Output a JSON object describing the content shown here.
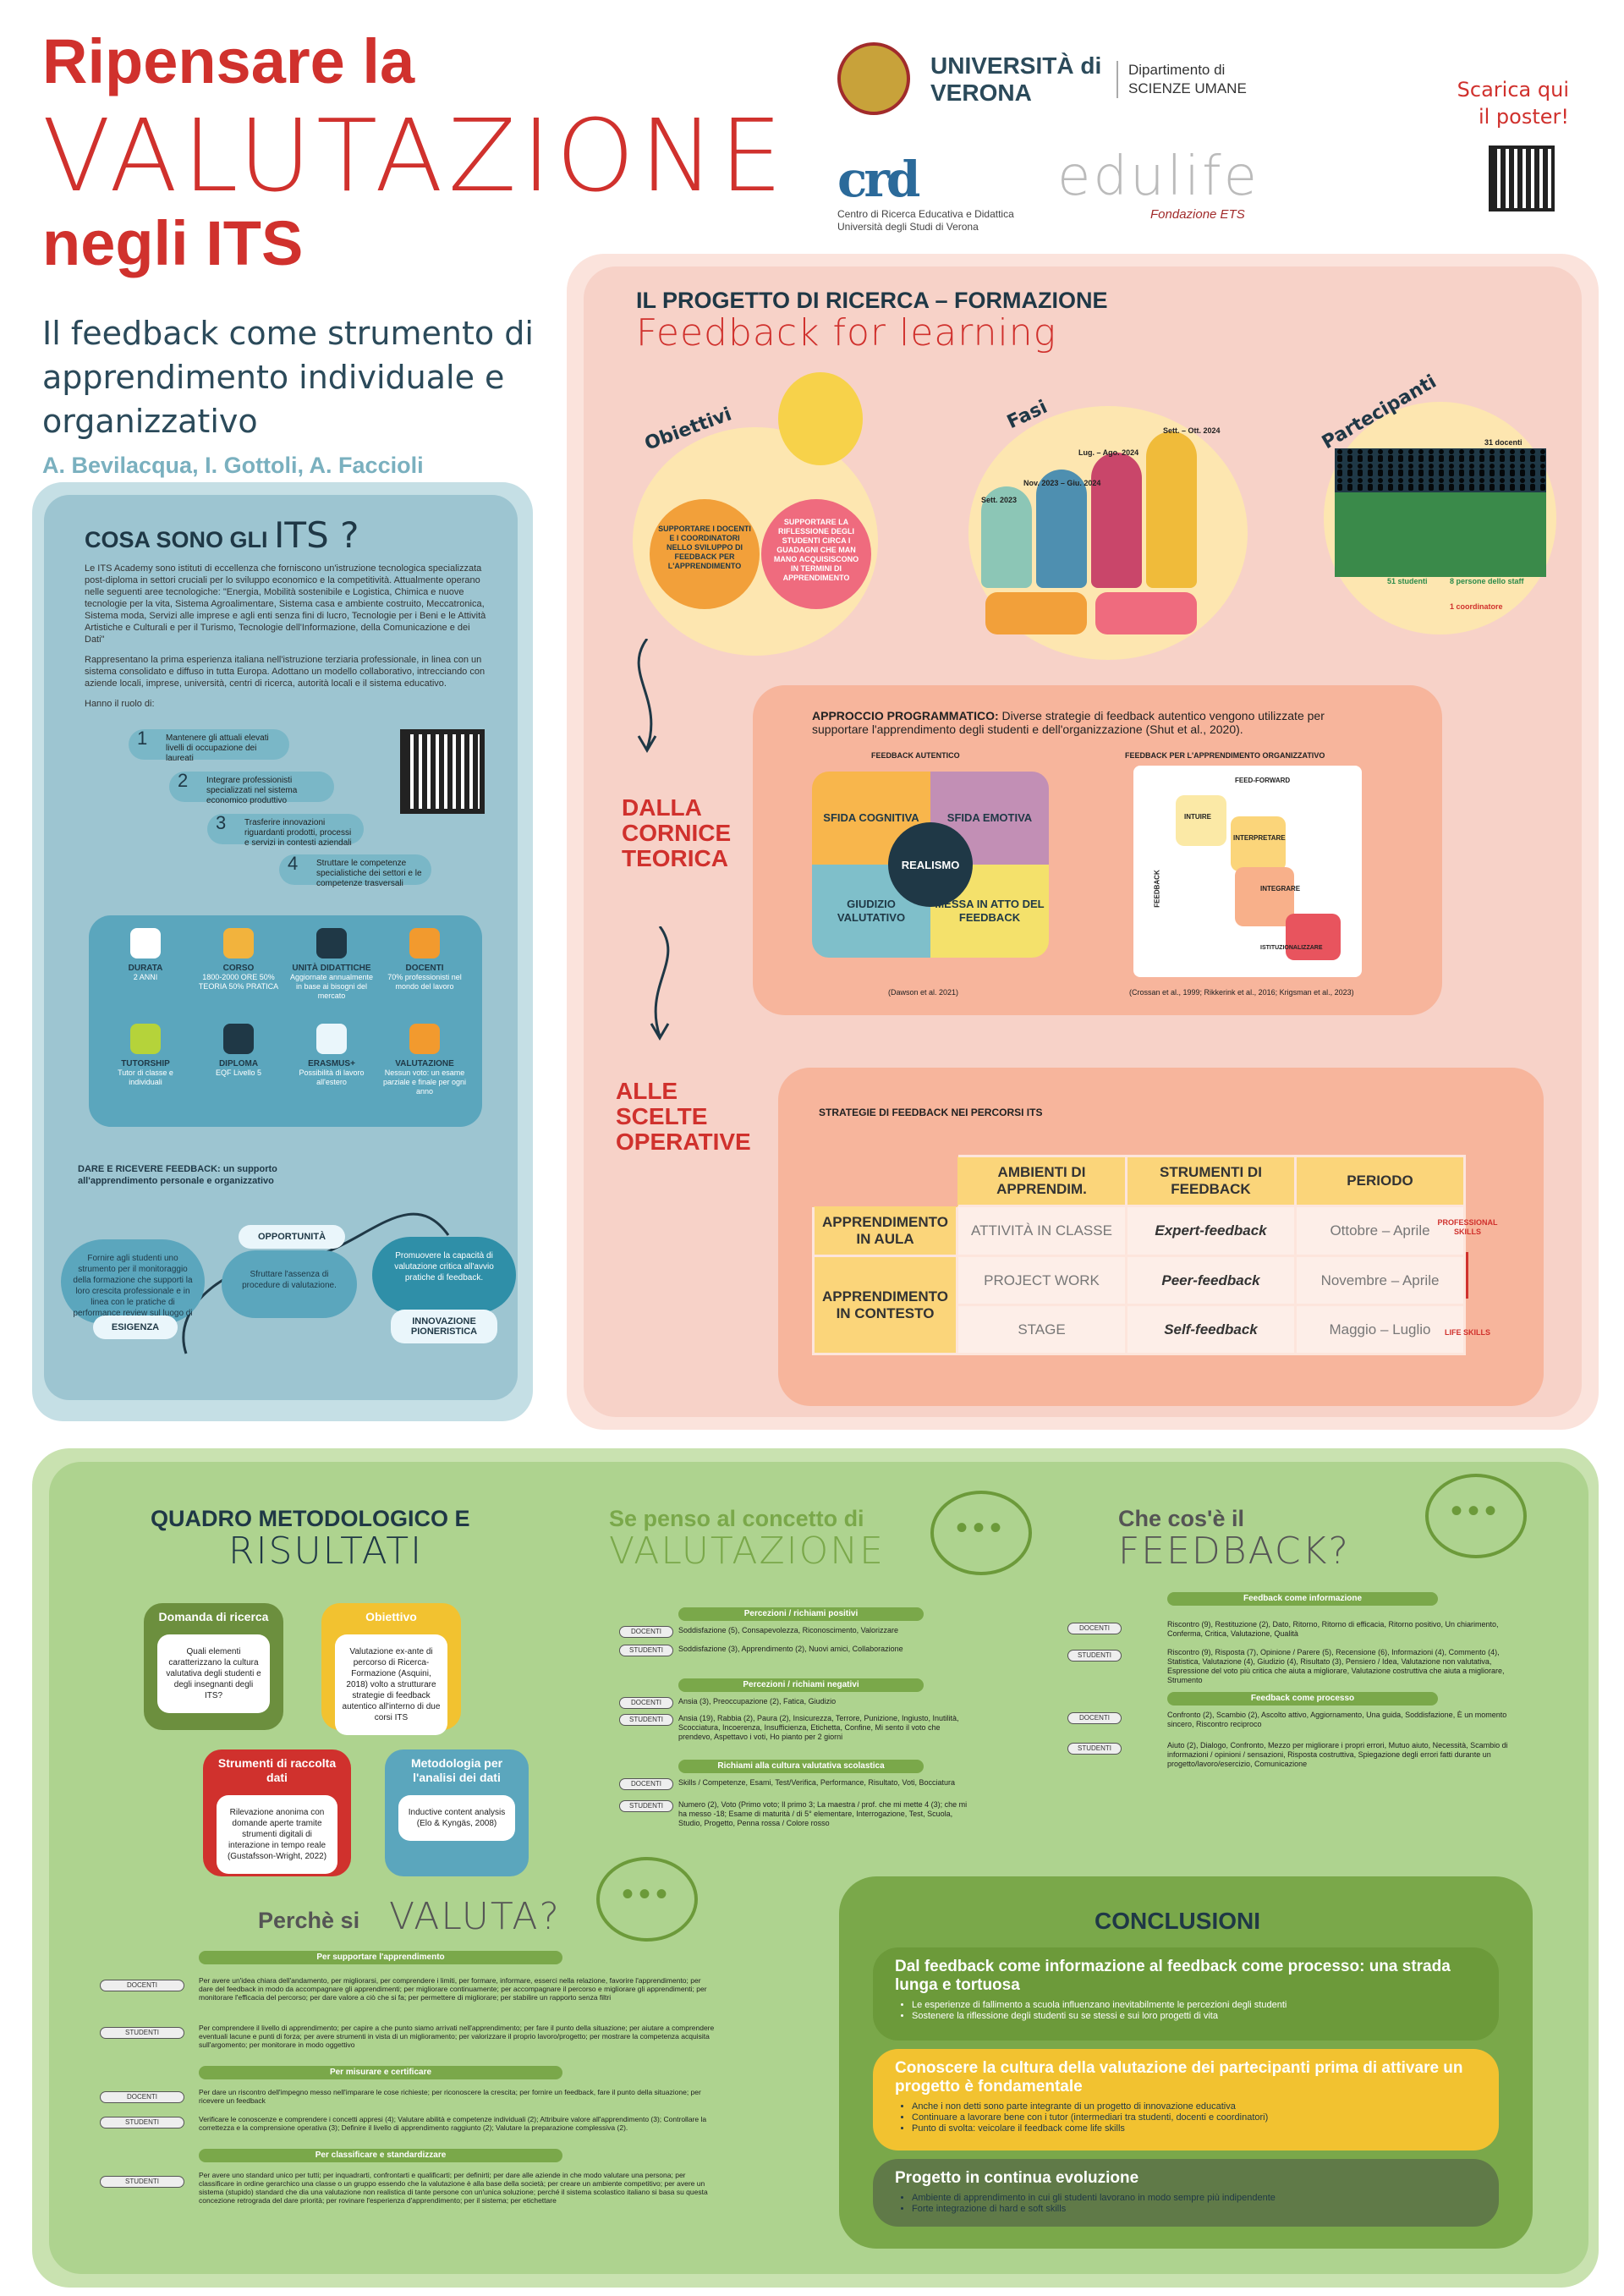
{
  "header": {
    "t1": "Ripensare la",
    "t2": "VALUTAZIONE",
    "t3": "negli ITS",
    "subtitle": "Il feedback come strumento di apprendimento individuale e organizzativo",
    "authors": "A. Bevilacqua, I. Gottoli, A. Faccioli",
    "univ": "UNIVERSITÀ di VERONA",
    "dept": "Dipartimento di SCIENZE UMANE",
    "scarica": "Scarica qui il poster!",
    "cred": "crd",
    "cred_sub": "Centro di Ricerca Educativa e Didattica Università degli Studi di Verona",
    "edulife": "edulife",
    "edulife_sub": "Fondazione ETS"
  },
  "its": {
    "title": "COSA SONO GLI",
    "title_big": "ITS ?",
    "p1": "Le ITS Academy sono istituti di eccellenza che forniscono un'istruzione tecnologica specializzata post-diploma in settori cruciali per lo sviluppo economico e la competitività. Attualmente operano nelle seguenti aree tecnologiche: \"Energia, Mobilità sostenibile e Logistica, Chimica e nuove tecnologie per la vita, Sistema Agroalimentare, Sistema casa e ambiente costruito, Meccatronica, Sistema moda, Servizi alle imprese e agli enti senza fini di lucro, Tecnologie per i Beni e le Attività Artistiche e Culturali e per il Turismo, Tecnologie dell'Informazione, della Comunicazione e dei Dati\"",
    "p2": "Rappresentano la prima esperienza italiana nell'istruzione terziaria professionale, in linea con un sistema consolidato e diffuso in tutta Europa. Adottano un modello collaborativo, intrecciando con aziende locali, imprese, università, centri di ricerca, autorità locali e il sistema educativo.",
    "p3": "Hanno il ruolo di:",
    "roles": [
      "Mantenere gli attuali elevati livelli di occupazione dei laureati",
      "Integrare professionisti specializzati nel sistema economico produttivo",
      "Trasferire innovazioni riguardanti prodotti, processi e servizi in contesti aziendali",
      "Struttare le competenze specialistiche dei settori e le competenze trasversali"
    ],
    "features": [
      {
        "h": "DURATA",
        "t": "2 ANNI"
      },
      {
        "h": "CORSO",
        "t": "1800-2000 ORE 50% TEORIA 50% PRATICA"
      },
      {
        "h": "UNITÀ DIDATTICHE",
        "t": "Aggiornate annualmente in base ai bisogni del mercato"
      },
      {
        "h": "DOCENTI",
        "t": "70% professionisti nel mondo del lavoro"
      },
      {
        "h": "TUTORSHIP",
        "t": "Tutor di classe e individuali"
      },
      {
        "h": "DIPLOMA",
        "t": "EQF Livello 5"
      },
      {
        "h": "ERASMUS+",
        "t": "Possibilità di lavoro all'estero"
      },
      {
        "h": "VALUTAZIONE",
        "t": "Nessun voto: un esame parziale e finale per ogni anno"
      }
    ],
    "fb_heading": "DARE E RICEVERE FEEDBACK: un supporto all'apprendimento personale e organizzativo",
    "esigenza_t": "Fornire agli studenti uno strumento per il monitoraggio della formazione che supporti la loro crescita professionale e in linea con le pratiche di performance review sul luogo di lavoro.",
    "esigenza": "ESIGENZA",
    "opportunita": "OPPORTUNITÀ",
    "opportunita_t": "Sfruttare l'assenza di procedure di valutazione.",
    "innov_t": "Promuovere la capacità di valutazione critica all'avvio pratiche di feedback.",
    "innov": "INNOVAZIONE PIONERISTICA"
  },
  "project": {
    "h1": "IL PROGETTO DI RICERCA – FORMAZIONE",
    "h2": "Feedback for learning",
    "obiettivi": "Obiettivi",
    "fasi": "Fasi",
    "partecipanti": "Partecipanti",
    "obj1": "SUPPORTARE I DOCENTI E I COORDINATORI NELLO SVILUPPO DI FEEDBACK PER L'APPRENDIMENTO",
    "obj2": "SUPPORTARE LA RIFLESSIONE DEGLI STUDENTI CIRCA I GUADAGNI CHE MAN MANO ACQUISISCONO IN TERMINI DI APPRENDIMENTO",
    "phases": [
      "Sett. 2023",
      "Nov. 2023 – Giu. 2024",
      "Lug. – Ago. 2024",
      "Sett. – Ott. 2024"
    ],
    "docenti": "31 docenti",
    "studenti": "51 studenti",
    "staff": "8 persone dello staff",
    "coord": "1 coordinatore",
    "cornice": "DALLA CORNICE TEORICA",
    "scelte": "ALLE SCELTE OPERATIVE",
    "approccio_b": "APPROCCIO PROGRAMMATICO:",
    "approccio": "Diverse strategie di feedback autentico vengono utilizzate per supportare l'apprendimento degli studenti e dell'organizzazione (Shut et al., 2020).",
    "fa_title": "FEEDBACK AUTENTICO",
    "fo_title": "FEEDBACK PER L'APPRENDIMENTO ORGANIZZATIVO",
    "quads": [
      "SFIDA COGNITIVA",
      "SFIDA EMOTIVA",
      "GIUDIZIO VALUTATIVO",
      "MESSA IN ATTO DEL FEEDBACK"
    ],
    "realismo": "REALISMO",
    "cite1": "(Dawson et al. 2021)",
    "cite2": "(Crossan et al., 1999; Rikkerink et al., 2016; Krigsman et al., 2023)",
    "ff": "FEED-FORWARD",
    "fb": "FEEDBACK",
    "levels": [
      "INTUIRE",
      "INTERPRETARE",
      "INTEGRARE",
      "ISTITUZIONALIZZARE"
    ],
    "strat_title": "STRATEGIE DI FEEDBACK NEI PERCORSI ITS",
    "cols": [
      "AMBIENTI DI APPRENDIM.",
      "STRUMENTI DI FEEDBACK",
      "PERIODO"
    ],
    "row1": "APPRENDIMENTO IN AULA",
    "row2": "APPRENDIMENTO IN CONTESTO",
    "cells": [
      [
        "ATTIVITÀ IN CLASSE",
        "Expert-feedback",
        "Ottobre – Aprile"
      ],
      [
        "PROJECT WORK",
        "Peer-feedback",
        "Novembre – Aprile"
      ],
      [
        "STAGE",
        "Self-feedback",
        "Maggio – Luglio"
      ]
    ],
    "prof": "PROFESSIONAL SKILLS",
    "life": "LIFE SKILLS"
  },
  "method": {
    "h1": "QUADRO METODOLOGICO E",
    "h2": "RISULTATI",
    "boxes": [
      {
        "h": "Domanda di ricerca",
        "t": "Quali elementi caratterizzano la cultura valutativa degli studenti e degli insegnanti degli ITS?"
      },
      {
        "h": "Obiettivo",
        "t": "Valutazione ex-ante di percorso di Ricerca-Formazione (Asquini, 2018) volto a strutturare strategie di feedback autentico all'interno di due corsi ITS"
      },
      {
        "h": "Strumenti di raccolta dati",
        "t": "Rilevazione anonima con domande aperte tramite strumenti digitali di interazione in tempo reale (Gustafsson-Wright, 2022)"
      },
      {
        "h": "Metodologia per l'analisi dei dati",
        "t": "Inductive content analysis (Elo & Kyngäs, 2008)"
      }
    ]
  },
  "valutazione": {
    "h1": "Se penso al concetto di",
    "h2": "VALUTAZIONE",
    "groups": [
      {
        "bar": "Percezioni / richiami positivi",
        "rows": [
          [
            "DOCENTI",
            "Soddisfazione (5), Consapevolezza, Riconoscimento, Valorizzare"
          ],
          [
            "STUDENTI",
            "Soddisfazione (3), Apprendimento (2), Nuovi amici, Collaborazione"
          ]
        ]
      },
      {
        "bar": "Percezioni / richiami negativi",
        "rows": [
          [
            "DOCENTI",
            "Ansia (3), Preoccupazione (2), Fatica, Giudizio"
          ],
          [
            "STUDENTI",
            "Ansia (19), Rabbia (2), Paura (2), Insicurezza, Terrore, Punizione, Ingiusto, Inutilità, Scocciatura, Incoerenza, Insufficienza, Etichetta, Confine, Mi sento il voto che prendevo, Aspettavo i voti, Ho pianto per 2 giorni"
          ]
        ]
      },
      {
        "bar": "Richiami alla cultura valutativa scolastica",
        "rows": [
          [
            "DOCENTI",
            "Skills / Competenze, Esami, Test/Verifica, Performance, Risultato, Voti, Bocciatura"
          ],
          [
            "STUDENTI",
            "Numero (2), Voto (Primo voto; Il primo 3; La maestra / prof. che mi mette 4 (3); che mi ha messo -18; Esame di maturità / di 5° elementare, Interrogazione, Test, Scuola, Studio, Progetto, Penna rossa / Colore rosso"
          ]
        ]
      }
    ]
  },
  "feedback": {
    "h1": "Che cos'è il",
    "h2": "FEEDBACK?",
    "groups": [
      {
        "bar": "Feedback come informazione",
        "rows": [
          [
            "DOCENTI",
            "Riscontro (9), Restituzione (2), Dato, Ritorno, Ritorno di efficacia, Ritorno positivo, Un chiarimento, Conferma, Critica, Valutazione, Qualità"
          ],
          [
            "STUDENTI",
            "Riscontro (9), Risposta (7), Opinione / Parere (5), Recensione (6), Informazioni (4), Commento (4), Statistica, Valutazione (4), Giudizio (4), Risultato (3), Pensiero / Idea, Valutazione non valutativa, Espressione del voto più critica che aiuta a migliorare, Valutazione costruttiva che aiuta a migliorare, Strumento"
          ]
        ]
      },
      {
        "bar": "Feedback come processo",
        "rows": [
          [
            "DOCENTI",
            "Confronto (2), Scambio (2), Ascolto attivo, Aggiornamento, Una guida, Soddisfazione, È un momento sincero, Riscontro reciproco"
          ],
          [
            "STUDENTI",
            "Aiuto (2), Dialogo, Confronto, Mezzo per migliorare i propri errori, Mutuo aiuto, Necessità, Scambio di informazioni / opinioni / sensazioni, Risposta costruttiva, Spiegazione degli errori fatti durante un progetto/lavoro/esercizio, Comunicazione"
          ]
        ]
      }
    ]
  },
  "perche": {
    "h1": "Perchè si",
    "h2": "VALUTA?",
    "groups": [
      {
        "bar": "Per supportare l'apprendimento",
        "rows": [
          [
            "DOCENTI",
            "Per avere un'idea chiara dell'andamento, per migliorarsi, per comprendere i limiti, per formare, informare, esserci nella relazione, favorire l'apprendimento; per dare del feedback in modo da accompagnare gli apprendimenti; per migliorare continuamente; per accompagnare il percorso e migliorare gli apprendimenti; per monitorare l'efficacia del percorso; per dare valore a ciò che si fa; per permettere di migliorare; per stabilire un rapporto senza filtri"
          ],
          [
            "STUDENTI",
            "Per comprendere il livello di apprendimento; per capire a che punto siamo arrivati nell'apprendimento; per fare il punto della situazione; per aiutare a comprendere eventuali lacune e punti di forza; per avere strumenti in vista di un miglioramento; per valorizzare il proprio lavoro/progetto; per mostrare la competenza acquisita sull'argomento; per monitorare in modo oggettivo"
          ]
        ]
      },
      {
        "bar": "Per misurare e certificare",
        "rows": [
          [
            "DOCENTI",
            "Per dare un riscontro dell'impegno messo nell'imparare le cose richieste; per riconoscere la crescita; per fornire un feedback, fare il punto della situazione; per ricevere un feedback"
          ],
          [
            "STUDENTI",
            "Verificare le conoscenze e comprendere i concetti appresi (4); Valutare abilità e competenze individuali (2); Attribuire valore all'apprendimento (3); Controllare la correttezza e la comprensione operativa (3); Definire il livello di apprendimento raggiunto (2); Valutare la preparazione complessiva (2)."
          ]
        ]
      },
      {
        "bar": "Per classificare e standardizzare",
        "rows": [
          [
            "STUDENTI",
            "Per avere uno standard unico per tutti; per inquadrarti, confrontarti e qualificarti; per definirti; per dare alle aziende in che modo valutare una persona; per classificare in ordine gerarchico una classe o un gruppo essendo che la valutazione è alla base della società; per creare un ambiente competitivo; per avere un sistema (stupido) standard che dia una valutazione non realistica di tante persone con un'unica soluzione; perché il sistema scolastico italiano si basa su questa concezione retrograda del dare priorità; per rovinare l'esperienza d'apprendimento; per il sistema; per etichettare"
          ]
        ]
      }
    ]
  },
  "concl": {
    "title": "CONCLUSIONI",
    "b1": "Dal feedback come informazione al feedback come processo: una strada lunga e tortuosa",
    "b1l": [
      "Le esperienze di fallimento a scuola influenzano inevitabilmente le percezioni degli studenti",
      "Sostenere la riflessione degli studenti su se stessi e sui loro progetti di vita"
    ],
    "b2": "Conoscere la cultura della valutazione dei partecipanti prima di attivare un progetto è fondamentale",
    "b2l": [
      "Anche i non detti sono parte integrante di un progetto di innovazione educativa",
      "Continuare a lavorare bene con i tutor (intermediari tra studenti, docenti e coordinatori)",
      "Punto di svolta: veicolare il feedback come life skills"
    ],
    "b3": "Progetto in continua evoluzione",
    "b3l": [
      "Ambiente di apprendimento in cui gli studenti lavorano in modo sempre più indipendente",
      "Forte integrazione di hard e soft skills"
    ]
  },
  "colors": {
    "red": "#d0312d",
    "navy": "#1f3846",
    "teal": "#5ba6bd",
    "green": "#7aa84a",
    "pink": "#f7d2c8"
  }
}
